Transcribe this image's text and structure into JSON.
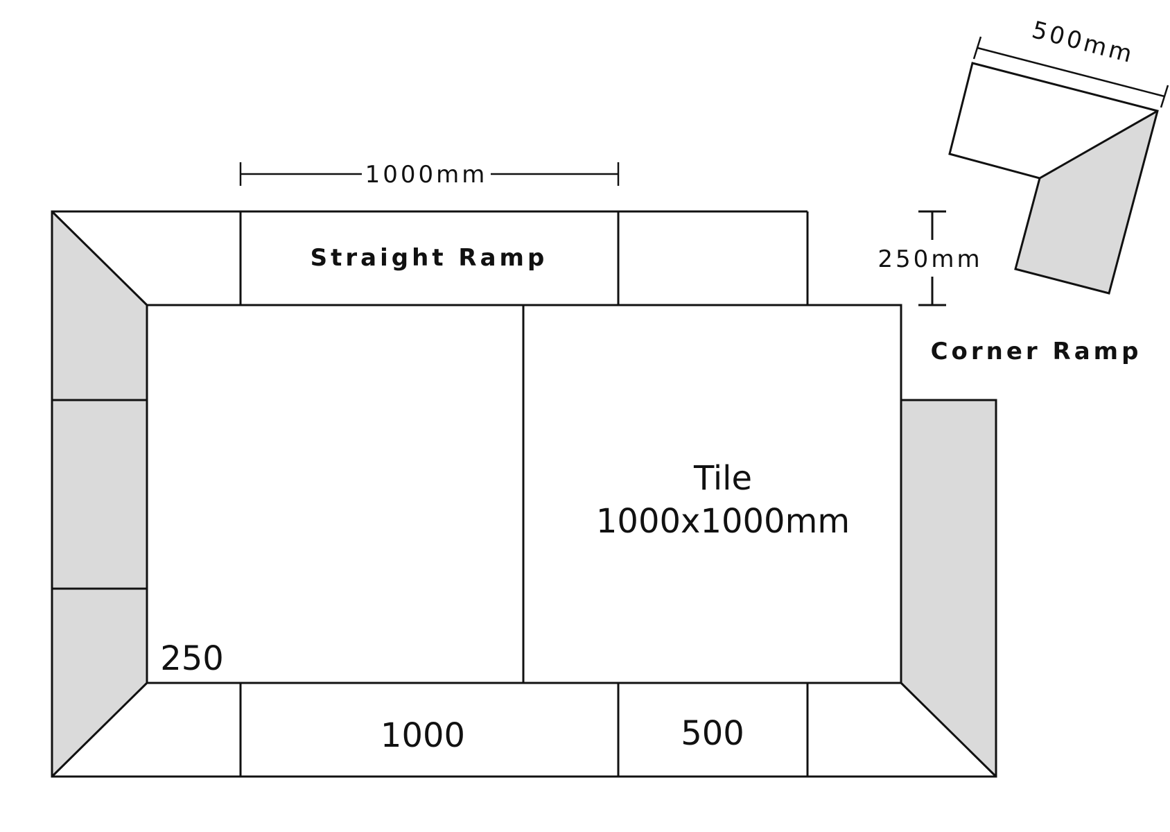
{
  "dimensions": {
    "straight_width": "1000mm",
    "height": "250mm",
    "corner_width": "500mm"
  },
  "labels": {
    "straight_ramp": "Straight Ramp",
    "corner_ramp": "Corner Ramp",
    "tile_line1": "Tile",
    "tile_line2": "1000x1000mm",
    "ramp_250": "250",
    "ramp_1000": "1000",
    "ramp_500": "500"
  },
  "colors": {
    "outline": "#111111",
    "shaded_ramp": "#dadada",
    "background": "#ffffff"
  }
}
